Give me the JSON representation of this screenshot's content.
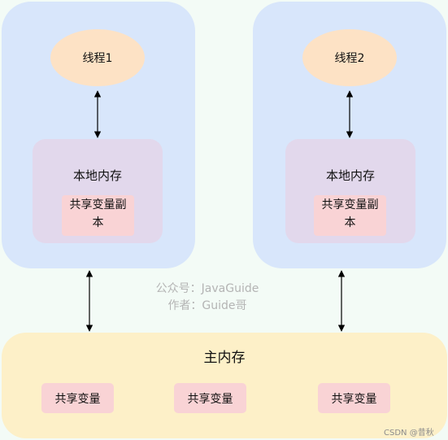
{
  "threads": [
    {
      "label": "线程1",
      "local_memory": "本地内存",
      "copy": [
        "共享变量副",
        "本"
      ]
    },
    {
      "label": "线程2",
      "local_memory": "本地内存",
      "copy": [
        "共享变量副",
        "本"
      ]
    }
  ],
  "main_memory": {
    "title": "主内存",
    "variables": [
      "共享变量",
      "共享变量",
      "共享变量"
    ]
  },
  "watermark": {
    "line1": "公众号：JavaGuide",
    "line2": "作者：Guide哥"
  },
  "csdn": "CSDN @昔秋"
}
